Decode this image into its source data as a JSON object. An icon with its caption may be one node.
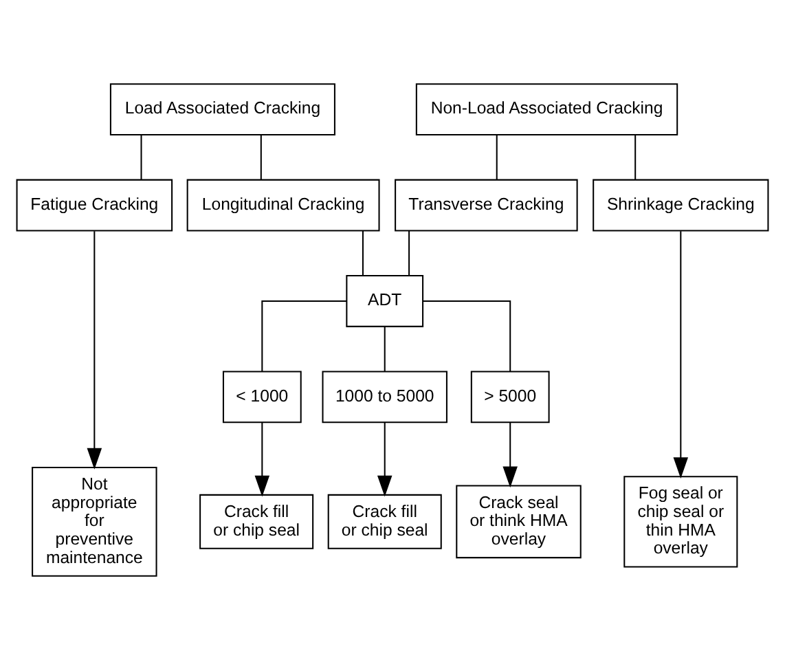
{
  "diagram": {
    "nodes": [
      {
        "text": [
          "Load Associated Cracking"
        ]
      },
      {
        "text": [
          "Non-Load Associated Cracking"
        ]
      },
      {
        "text": [
          "Fatigue Cracking"
        ]
      },
      {
        "text": [
          "Longitudinal Cracking"
        ]
      },
      {
        "text": [
          "Transverse Cracking"
        ]
      },
      {
        "text": [
          "Shrinkage Cracking"
        ]
      },
      {
        "text": [
          "ADT"
        ]
      },
      {
        "text": [
          "< 1000"
        ]
      },
      {
        "text": [
          "1000 to 5000"
        ]
      },
      {
        "text": [
          "> 5000"
        ]
      },
      {
        "text": [
          "Not appropriate for preventive maintenance"
        ]
      },
      {
        "text": [
          "Crack fill or chip seal"
        ]
      },
      {
        "text": [
          "Crack fill or chip seal"
        ]
      },
      {
        "text": [
          "Crack seal or think HMA overlay"
        ]
      },
      {
        "text": [
          "Fog seal or chip seal or thin HMA overlay"
        ]
      }
    ],
    "edges": [
      {
        "from": 0,
        "to": 2,
        "arrow": "none"
      },
      {
        "from": 0,
        "to": 3,
        "arrow": "none"
      },
      {
        "from": 1,
        "to": 4,
        "arrow": "none"
      },
      {
        "from": 1,
        "to": 5,
        "arrow": "none"
      },
      {
        "from": 3,
        "to": 6,
        "arrow": "none"
      },
      {
        "from": 4,
        "to": 6,
        "arrow": "none"
      },
      {
        "from": 6,
        "to": 7,
        "arrow": "none"
      },
      {
        "from": 6,
        "to": 8,
        "arrow": "none"
      },
      {
        "from": 6,
        "to": 9,
        "arrow": "none"
      },
      {
        "from": 2,
        "to": 10,
        "arrow": "to"
      },
      {
        "from": 7,
        "to": 11,
        "arrow": "to"
      },
      {
        "from": 8,
        "to": 12,
        "arrow": "to"
      },
      {
        "from": 9,
        "to": 13,
        "arrow": "to"
      },
      {
        "from": 5,
        "to": 14,
        "arrow": "to"
      }
    ]
  }
}
